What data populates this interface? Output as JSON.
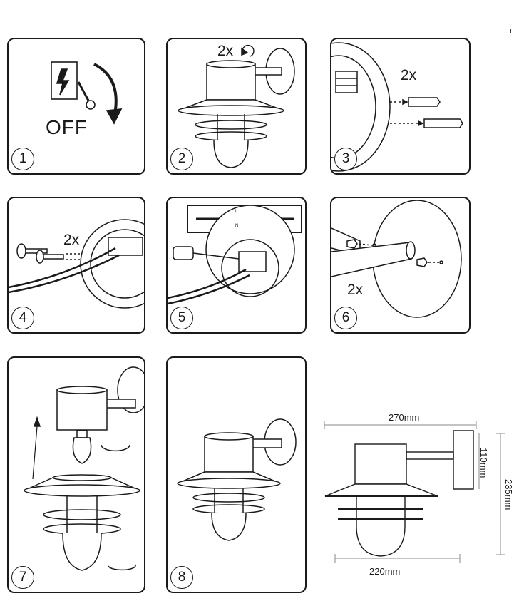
{
  "steps": [
    {
      "number": "1",
      "labels": {
        "off": "OFF"
      }
    },
    {
      "number": "2",
      "labels": {
        "count": "2x"
      }
    },
    {
      "number": "3",
      "labels": {
        "count": "2x"
      }
    },
    {
      "number": "4",
      "labels": {
        "count": "2x"
      }
    },
    {
      "number": "5",
      "labels": {
        "terminal_l": "L",
        "terminal_n": "N"
      }
    },
    {
      "number": "6",
      "labels": {
        "count": "2x"
      }
    },
    {
      "number": "7",
      "labels": {}
    },
    {
      "number": "8",
      "labels": {}
    }
  ],
  "dimensions": {
    "width_total": "270mm",
    "width_shade": "220mm",
    "height_total": "235mm",
    "plate_height": "110mm"
  },
  "corner_mark": "ı",
  "colors": {
    "line": "#1a1a1a",
    "dim_line": "#888888"
  }
}
